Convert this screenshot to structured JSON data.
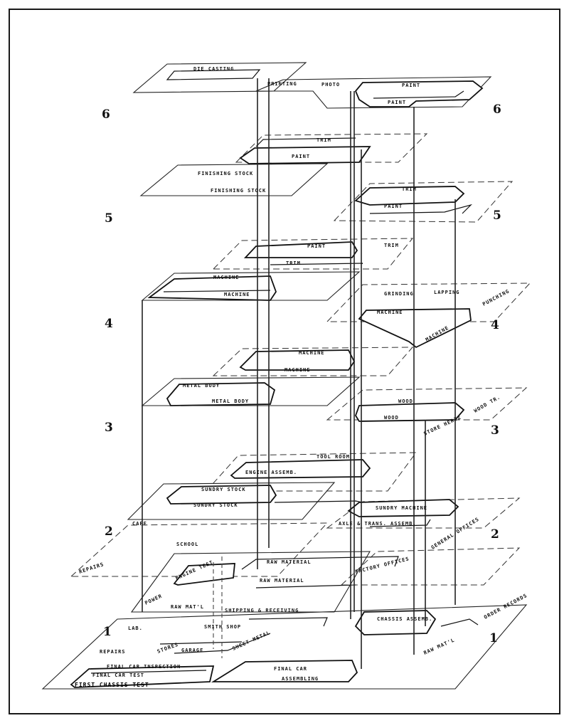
{
  "floors": {
    "left": [
      "6",
      "5",
      "4",
      "3",
      "2",
      "1"
    ],
    "right": [
      "6",
      "5",
      "4",
      "3",
      "2",
      "1"
    ]
  },
  "labels": {
    "die_casting": "DIE CASTING",
    "printing": "PRINTING",
    "photo": "PHOTO",
    "paint_6a": "PAINT",
    "paint_6b": "PAINT",
    "trim_5a": "TRIM",
    "paint_5a": "PAINT",
    "finishing_stock_a": "FINISHING STOCK",
    "finishing_stock_b": "FINISHING STOCK",
    "trim_5b": "TRIM",
    "paint_5b": "PAINT",
    "trim_5c": "TRIM",
    "paint_5c": "PAINT",
    "trim_5d": "TRIM",
    "machine_4a": "MACHINE",
    "machine_4b": "MACHINE",
    "grinding": "GRINDING",
    "laboring": "LAPPING",
    "punching": "PUNCHING",
    "machine_4c": "MACHINE",
    "machine_4d": "MACHINE",
    "machine_4e": "MACHINE",
    "machine_4f": "MACHINE",
    "metal_body_a": "METAL BODY",
    "metal_body_b": "METAL BODY",
    "wood_a": "WOOD",
    "wood_b": "WOOD",
    "tool_room": "TOOL ROOM",
    "engine_assemb": "ENGINE ASSEMB.",
    "store_hertz": "STORE HERTZ",
    "sundry_stock_a": "SUNDRY STOCK",
    "sundry_stock_b": "SUNDRY STOCK",
    "sundry_machine": "SUNDRY MACHINE",
    "axle_trans": "AXLE & TRANS. ASSEMB.",
    "cafe": "CAFE",
    "school": "SCHOOL",
    "repairs_2": "REPAIRS",
    "general_offices": "GENERAL OFFICES",
    "engine_test": "ENGINE TEST",
    "raw_material_a": "RAW MATERIAL",
    "raw_material_b": "RAW MATERIAL",
    "factory_offices": "FACTORY OFFICES",
    "power": "POWER",
    "raw_matl_left": "RAW MAT'L",
    "shipping_receiving": "SHIPPING & RECEIVING",
    "chassis_assemb": "CHASSIS ASSEMB.",
    "lab": "LAB.",
    "smith_shop": "SMITH SHOP",
    "repairs_1": "REPAIRS",
    "garage": "GARAGE",
    "stores": "STORES",
    "sheet_metal": "SHEET METAL",
    "final_car_inspection": "FINAL CAR INSPECTION",
    "final_car_test": "FINAL CAR TEST",
    "first_chassis_test": "FIRST CHASSIS TEST",
    "final_car": "FINAL CAR",
    "assembling": "ASSEMBLING",
    "raw_mat_l_right": "RAW MAT'L",
    "order_records": "ORDER RECORDS",
    "wood_tr": "WOOD TR."
  }
}
